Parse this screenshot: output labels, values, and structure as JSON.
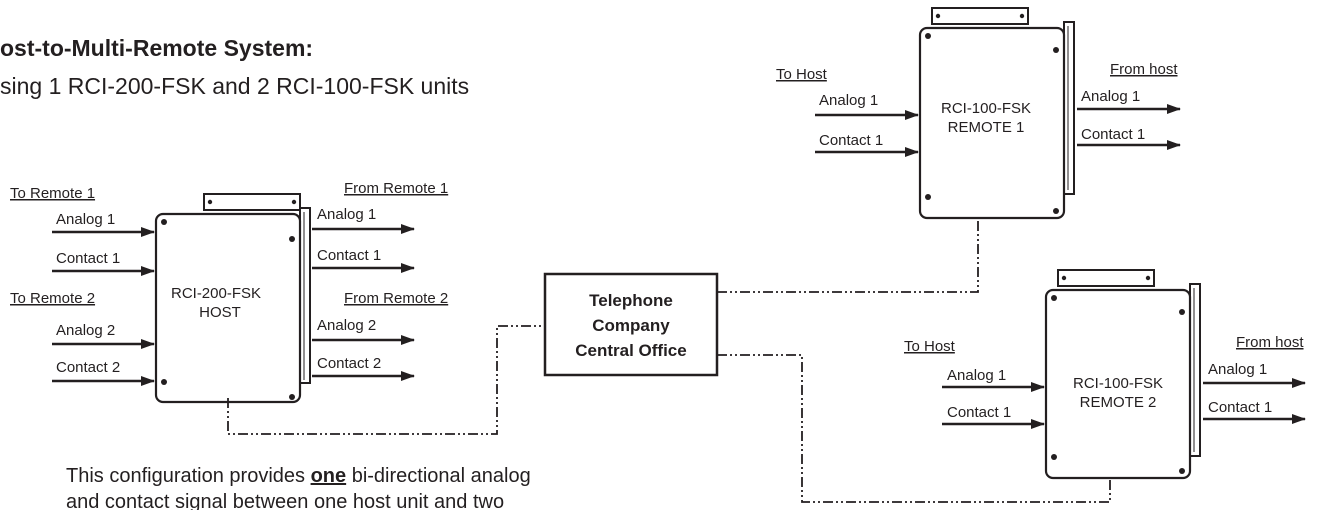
{
  "title": "ost-to-Multi-Remote System:",
  "subtitle": "sing 1 RCI-200-FSK and 2 RCI-100-FSK units",
  "description": {
    "line1_pre": "This configuration provides ",
    "line1_emph": "one",
    "line1_post": " bi-directional analog",
    "line2": "and contact signal between one host unit and two"
  },
  "central_office": {
    "line1": "Telephone",
    "line2": "Company",
    "line3": "Central Office"
  },
  "host": {
    "name_line1": "RCI-200-FSK",
    "name_line2": "HOST",
    "to_remote1": "To Remote 1",
    "to_remote2": "To Remote 2",
    "from_remote1": "From Remote 1",
    "from_remote2": "From Remote 2",
    "inputs": [
      "Analog 1",
      "Contact 1",
      "Analog 2",
      "Contact 2"
    ],
    "outputs": [
      "Analog 1",
      "Contact 1",
      "Analog 2",
      "Contact 2"
    ]
  },
  "remote1": {
    "name_line1": "RCI-100-FSK",
    "name_line2": "REMOTE 1",
    "to_host": "To Host",
    "from_host": "From host",
    "inputs": [
      "Analog 1",
      "Contact 1"
    ],
    "outputs": [
      "Analog 1",
      "Contact 1"
    ]
  },
  "remote2": {
    "name_line1": "RCI-100-FSK",
    "name_line2": "REMOTE 2",
    "to_host": "To Host",
    "from_host": "From host",
    "inputs": [
      "Analog 1",
      "Contact 1"
    ],
    "outputs": [
      "Analog 1",
      "Contact 1"
    ]
  }
}
